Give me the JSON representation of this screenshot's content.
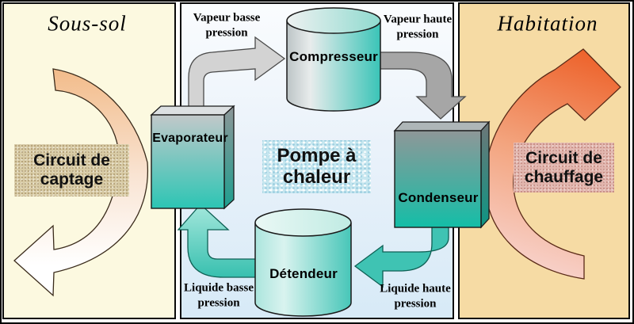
{
  "diagram": {
    "left_panel": {
      "title": "Sous-sol",
      "circuit": "Circuit de\ncaptage"
    },
    "right_panel": {
      "title": "Habitation",
      "circuit": "Circuit de\nchauffage"
    },
    "center": {
      "title": "Pompe à\nchaleur"
    },
    "components": {
      "compressor": "Compresseur",
      "evaporator": "Evaporateur",
      "condenser": "Condenseur",
      "expander": "Détendeur"
    },
    "flows": {
      "vapor_low": "Vapeur basse\npression",
      "vapor_high": "Vapeur haute\npression",
      "liquid_low": "Liquide basse\npression",
      "liquid_high": "Liquide haute\npression"
    },
    "colors": {
      "left_bg": "#FCF9E0",
      "middle_bg": "#D7EAF7",
      "right_bg": "#F6DBA4",
      "teal": "#3FC3B3",
      "orange": "#EE5F28",
      "gray_pipe": "#A6A6A6",
      "capture_arrow_start": "#F2BB89",
      "capture_arrow_end": "#FFFFFF"
    }
  }
}
